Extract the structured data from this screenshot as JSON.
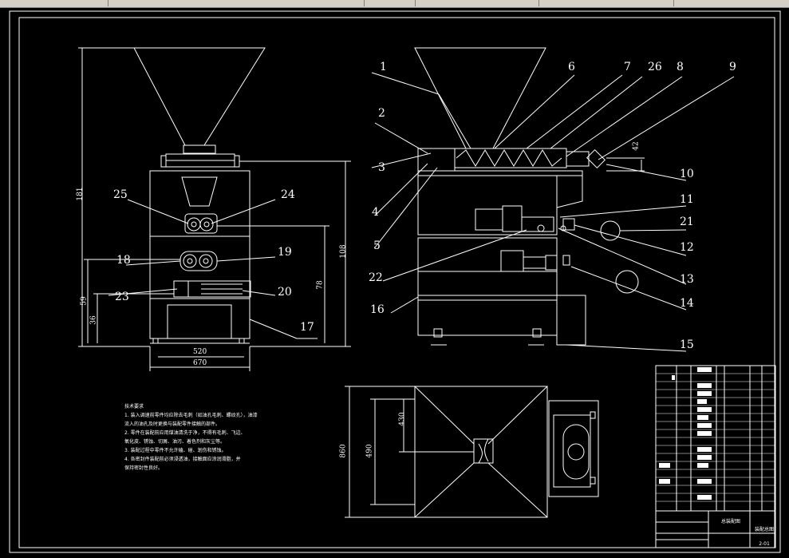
{
  "window": {
    "title": ""
  },
  "colors": {
    "background": "#000000",
    "lines": "#ffffff",
    "toolbar": "#d4d0c8",
    "accent": "#6aa0ff"
  },
  "dims": {
    "front_height": "181",
    "front_lower": "108",
    "front_hopper_base": "78",
    "front_left1": "59",
    "front_left2": "36",
    "front_w_inner": "520",
    "front_w_outer": "670",
    "side_right_small": "42",
    "plan_height_outer": "860",
    "plan_height_inner": "490",
    "plan_width": "430"
  },
  "part_labels": {
    "front": [
      "25",
      "24",
      "18",
      "19",
      "23",
      "20",
      "17"
    ],
    "side": [
      "1",
      "2",
      "3",
      "4",
      "5",
      "6",
      "7",
      "26",
      "8",
      "9",
      "10",
      "11",
      "21",
      "12",
      "13",
      "14",
      "15",
      "16",
      "22"
    ]
  },
  "tech_notes": {
    "heading": "技术要求",
    "lines": [
      "1. 装入调速前零件均应除去毛刺（如油孔毛刺、螺纹孔），油漆",
      "流入的油孔及时更换与装配零件接触的部件。",
      "2. 零件在装配前应用煤油清洗于净，不得有毛刺、飞边、",
      "氧化皮、锈蚀、切屑、油污、着色剂和灰尘等。",
      "3. 装配过程中零件不允许磕、碰、划伤和锈蚀。",
      "4. 各密封件装配前必须浸透油，接触面应涂润滑脂，并",
      "保持密封性良好。"
    ]
  },
  "title_block": {
    "drawing_title": "装配总图",
    "drawing_no": "2-01",
    "company": "总装配图"
  }
}
